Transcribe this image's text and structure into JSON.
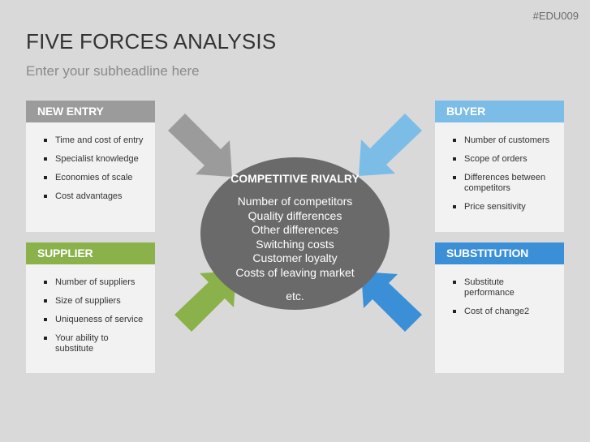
{
  "code": "#EDU009",
  "title": "FIVE FORCES ANALYSIS",
  "subtitle": "Enter your subheadline here",
  "colors": {
    "gray": "#9b9b9b",
    "green": "#8ab14a",
    "lightblue": "#7cbde8",
    "blue": "#3a8fd6",
    "circle": "#6a6a6a"
  },
  "panels": {
    "new_entry": {
      "title": "NEW ENTRY",
      "items": [
        "Time and cost of entry",
        "Specialist knowledge",
        "Economies of scale",
        "Cost advantages"
      ]
    },
    "supplier": {
      "title": "SUPPLIER",
      "items": [
        "Number of suppliers",
        "Size of suppliers",
        "Uniqueness of service",
        "Your ability to substitute"
      ]
    },
    "buyer": {
      "title": "BUYER",
      "items": [
        "Number of customers",
        "Scope of orders",
        "Differences between competitors",
        "Price sensitivity"
      ]
    },
    "substitution": {
      "title": "SUBSTITUTION",
      "items": [
        "Substitute performance",
        "Cost of change2"
      ]
    }
  },
  "center": {
    "title": "COMPETITIVE RIVALRY",
    "items": [
      "Number of competitors",
      "Quality differences",
      "Other differences",
      "Switching costs",
      "Customer loyalty",
      "Costs of leaving market"
    ],
    "etc": "etc."
  }
}
